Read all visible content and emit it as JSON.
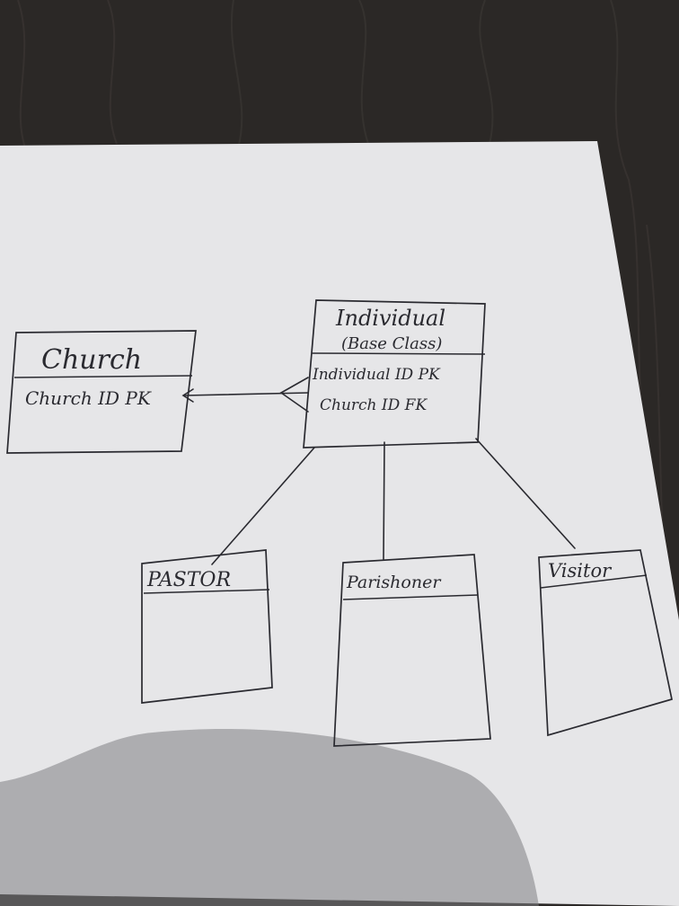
{
  "colors": {
    "table_background": "#2b2826",
    "table_grain": "#3b3633",
    "paper": "#e6e6e8",
    "ink": "#2a2a30"
  },
  "diagram": {
    "church": {
      "title": "Church",
      "attributes": [
        "Church ID PK"
      ]
    },
    "individual": {
      "title": "Individual",
      "subtitle": "(Base Class)",
      "attributes": [
        "Individual ID PK",
        "Church ID FK"
      ]
    },
    "subclasses": [
      {
        "title": "PASTOR"
      },
      {
        "title": "Parishoner"
      },
      {
        "title": "Visitor"
      }
    ],
    "relationships": [
      {
        "from": "individual",
        "to": "church",
        "type": "many-to-one"
      },
      {
        "from": "individual",
        "to": "pastor",
        "type": "generalization"
      },
      {
        "from": "individual",
        "to": "parishoner",
        "type": "generalization"
      },
      {
        "from": "individual",
        "to": "visitor",
        "type": "generalization"
      }
    ]
  }
}
